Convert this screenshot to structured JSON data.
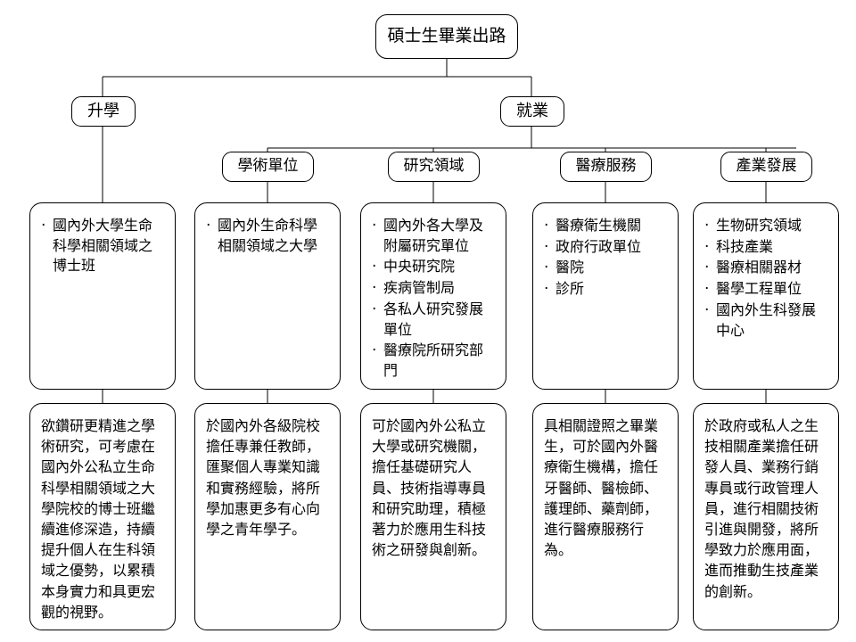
{
  "diagram": {
    "type": "org-tree",
    "root": {
      "label": "碩士生畢業出路"
    },
    "level2": [
      {
        "label": "升學"
      },
      {
        "label": "就業"
      }
    ],
    "level3": [
      {
        "label": "學術單位"
      },
      {
        "label": "研究領域"
      },
      {
        "label": "醫療服務"
      },
      {
        "label": "產業發展"
      }
    ],
    "columns": [
      {
        "key": "further-study",
        "parent": "升學",
        "items": [
          "國內外大學生命科學相關領域之博士班"
        ],
        "description": "欲鑽研更精進之學術研究，可考慮在國內外公私立生命科學相關領域之大學院校的博士班繼續進修深造，持續提升個人在生科領域之優勢，以累積本身實力和具更宏觀的視野。"
      },
      {
        "key": "academic-unit",
        "parent": "學術單位",
        "items": [
          "國內外生命科學相關領域之大學"
        ],
        "description": "於國內外各級院校擔任專兼任教師，匯聚個人專業知識和實務經驗，將所學加惠更多有心向學之青年學子。"
      },
      {
        "key": "research-field",
        "parent": "研究領域",
        "items": [
          "國內外各大學及附屬研究單位",
          "中央研究院",
          "疾病管制局",
          "各私人研究發展單位",
          "醫療院所研究部門"
        ],
        "description": "可於國內外公私立大學或研究機關，擔任基礎研究人員、技術指導專員和研究助理，積極著力於應用生科技術之研發與創新。"
      },
      {
        "key": "medical-service",
        "parent": "醫療服務",
        "items": [
          "醫療衛生機關",
          "政府行政單位",
          "醫院",
          "診所"
        ],
        "description": "具相關證照之畢業生，可於國內外醫療衛生機構，擔任牙醫師、醫檢師、護理師、藥劑師，進行醫療服務行為。"
      },
      {
        "key": "industry-development",
        "parent": "產業發展",
        "items": [
          "生物研究領域",
          "科技產業",
          "醫療相關器材",
          "醫學工程單位",
          "國內外生科發展中心"
        ],
        "description": "於政府或私人之生技相關產業擔任研發人員、業務行銷專員或行政管理人員，進行相關技術引進與開發，將所學致力於應用面，進而推動生技產業的創新。"
      }
    ],
    "colors": {
      "stroke": "#000000",
      "fill": "#ffffff",
      "text": "#000000"
    }
  }
}
